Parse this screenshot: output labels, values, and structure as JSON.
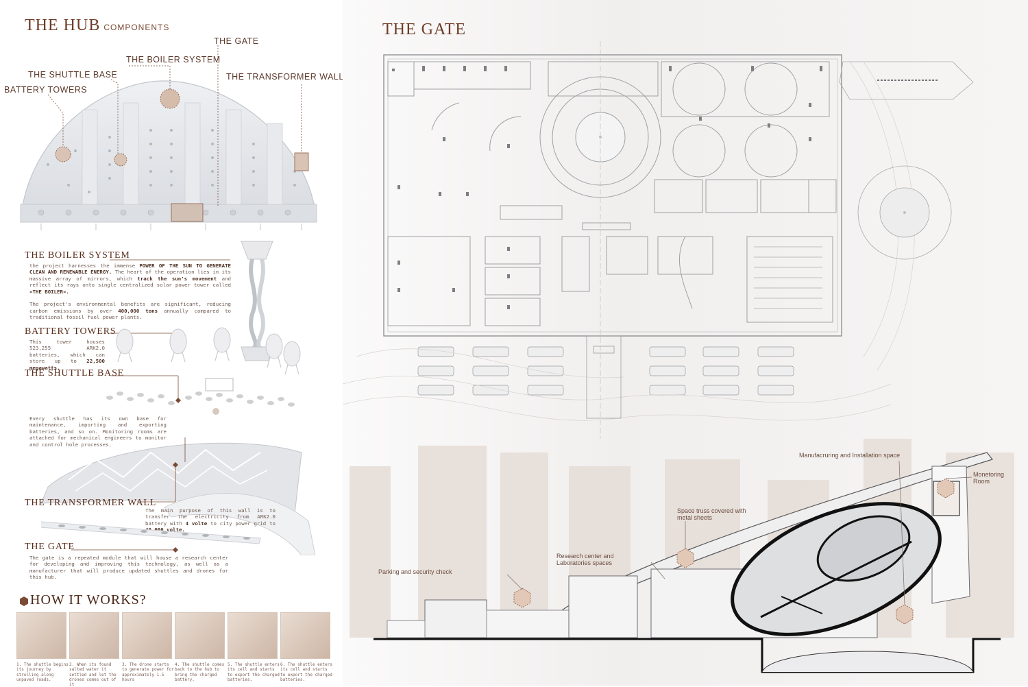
{
  "hub": {
    "title": "THE HUB",
    "subtitle": "COMPONENTS",
    "labels": {
      "gate": "THE GATE",
      "boiler": "THE BOILER SYSTEM",
      "shuttle": "THE SHUTTLE BASE",
      "battery": "BATTERY TOWERS",
      "transformer": "THE TRANSFORMER WALL"
    }
  },
  "sections": {
    "boiler": {
      "heading": "THE BOILER SYSTEM",
      "p1_a": "the project harnesses the immense ",
      "p1_b": "POWER OF THE SUN TO GENERATE CLEAN AND RENEWABLE ENERGY.",
      "p1_c": " The heart of the operation lies in its massive array of mirrors, which ",
      "p1_d": "track the sun's movement",
      "p1_e": " and reflect its rays onto single centralized solar power tower called ",
      "p1_f": "«THE BOILER».",
      "p2_a": "The project's environmental benefits are significant, reducing carbon emissions by over ",
      "p2_b": "400,000 tons",
      "p2_c": " annually compared to traditional fossil fuel power plants."
    },
    "battery": {
      "heading": "BATTERY TOWERS",
      "text_a": "This tower houses 523,255 ARK2.0 batteries, which can store up to ",
      "text_b": "22,500 megawatts."
    },
    "shuttle": {
      "heading": "THE SHUTTLE BASE",
      "text": "Every shuttle has its own base for maintenance, importing and exporting batteries, and so on. Monitoring rooms are attached for mechanical engineers to monitor and control hole processes."
    },
    "transformer": {
      "heading": "THE TRANSFORMER WALL",
      "text_a": "The main purpose of this wall is to transfer the electricity from ARK2.0 battery with ",
      "text_b": "4 volte",
      "text_c": " to city power grid to ",
      "text_d": "40,000 volte."
    },
    "gate": {
      "heading": "THE GATE",
      "text": "The gate is a repeated module that will house a research center for developing and improving this technology, as well as a manufacturer that will produce updated shuttles and drones for this hub."
    }
  },
  "how": {
    "title": "HOW IT WORKS?",
    "steps": [
      "1. The shuttle begins its journey by strolling along unpaved roads.",
      "2. When its found salted water it settled and let the drones comes out of it",
      "3. The drone starts to generate power for approximately 1.5 hours",
      "4. The shuttle comes back to the hub to bring the charged battery.",
      "5. The shuttle enters its cell and starts to export the charged batteries.",
      "6. The shuttle enters its cell and starts to export the charged batteries."
    ]
  },
  "gate_panel": {
    "title": "THE GATE",
    "callouts": {
      "manufacturing": "Manufacruring and Installation space",
      "monitoring": "Monetoring Room",
      "truss": "Space truss covered with metal sheets",
      "research": "Research center and Laboratories spaces",
      "parking": "Parking and security check"
    }
  },
  "colors": {
    "accent": "#6e3b25",
    "brown_dark": "#5a2d1c",
    "hex": "#d9b8a3"
  }
}
